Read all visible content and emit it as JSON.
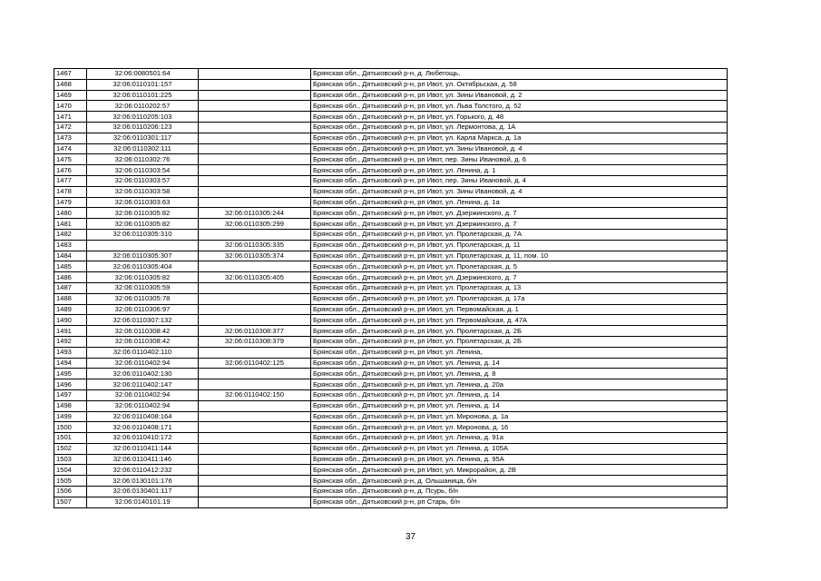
{
  "page_number": "37",
  "rows": [
    {
      "n": "1467",
      "cad": "32:06:0080501:64",
      "cad2": "",
      "addr": "Брянская обл., Дятьковский р-н, д. Любегощь,"
    },
    {
      "n": "1468",
      "cad": "32:06:0110101:157",
      "cad2": "",
      "addr": "Брянская обл., Дятьковский р-н, рп Ивот, ул. Октябрьская, д. 58"
    },
    {
      "n": "1469",
      "cad": "32:06:0110101:225",
      "cad2": "",
      "addr": "Брянская обл., Дятьковский р-н, рп Ивот, ул. Зины Ивановой, д. 2"
    },
    {
      "n": "1470",
      "cad": "32:06:0110202:57",
      "cad2": "",
      "addr": "Брянская обл., Дятьковский р-н, рп Ивот, ул. Льва Толстого, д. 52"
    },
    {
      "n": "1471",
      "cad": "32:06:0110205:103",
      "cad2": "",
      "addr": "Брянская обл., Дятьковский р-н, рп Ивот, ул. Горького, д. 48"
    },
    {
      "n": "1472",
      "cad": "32:06:0110206:123",
      "cad2": "",
      "addr": "Брянская обл., Дятьковский р-н, рп Ивот, ул. Лермонтова, д. 1А"
    },
    {
      "n": "1473",
      "cad": "32:06:0110301:117",
      "cad2": "",
      "addr": "Брянская обл., Дятьковский р-н, рп Ивот, ул. Карла Маркса, д. 1а"
    },
    {
      "n": "1474",
      "cad": "32:06:0110302:111",
      "cad2": "",
      "addr": "Брянская обл., Дятьковский р-н, рп Ивот, ул. Зины Ивановой, д. 4"
    },
    {
      "n": "1475",
      "cad": "32:06:0110302:76",
      "cad2": "",
      "addr": "Брянская обл., Дятьковский р-н, рп Ивот, пер. Зины Ивановой, д. 6"
    },
    {
      "n": "1476",
      "cad": "32:06:0110303:54",
      "cad2": "",
      "addr": "Брянская обл., Дятьковский р-н, рп Ивот, ул. Ленина, д. 1"
    },
    {
      "n": "1477",
      "cad": "32:06:0110303:57",
      "cad2": "",
      "addr": "Брянская обл., Дятьковский р-н, рп Ивот, пер. Зины Ивановой, д. 4"
    },
    {
      "n": "1478",
      "cad": "32:06:0110303:58",
      "cad2": "",
      "addr": "Брянская обл., Дятьковский р-н, рп Ивот, ул. Зины Ивановой, д. 4"
    },
    {
      "n": "1479",
      "cad": "32:06:0110303:63",
      "cad2": "",
      "addr": "Брянская обл., Дятьковский р-н, рп Ивот, ул. Ленина, д. 1а"
    },
    {
      "n": "1480",
      "cad": "32:06:0110305:82",
      "cad2": "32:06:0110305:244",
      "addr": "Брянская обл., Дятьковский р-н, рп Ивот, ул. Дзержинского, д. 7"
    },
    {
      "n": "1481",
      "cad": "32:06:0110305:82",
      "cad2": "32:06:0110305:299",
      "addr": "Брянская обл., Дятьковский р-н, рп Ивот, ул. Дзержинского, д. 7"
    },
    {
      "n": "1482",
      "cad": "32:06:0110305:310",
      "cad2": "",
      "addr": "Брянская обл., Дятьковский р-н, рп Ивот, ул. Пролетарская, д. 7А"
    },
    {
      "n": "1483",
      "cad": "",
      "cad2": "32:06:0110305:335",
      "addr": "Брянская обл., Дятьковский р-н, рп Ивот, ул. Пролетарская, д. 11"
    },
    {
      "n": "1484",
      "cad": "32:06:0110305:307",
      "cad2": "32:06:0110305:374",
      "addr": "Брянская обл., Дятьковский р-н, рп Ивот, ул. Пролетарская, д. 11, пом. 10"
    },
    {
      "n": "1485",
      "cad": "32:06:0110305:404",
      "cad2": "",
      "addr": "Брянская обл., Дятьковский р-н, рп Ивот, ул. Пролетарская, д. 5"
    },
    {
      "n": "1486",
      "cad": "32:06:0110305:82",
      "cad2": "32:06:0110305:405",
      "addr": "Брянская обл., Дятьковский р-н, рп Ивот, ул. Дзержинского, д. 7"
    },
    {
      "n": "1487",
      "cad": "32:06:0110305:59",
      "cad2": "",
      "addr": "Брянская обл., Дятьковский р-н, рп Ивот, ул. Пролетарская, д. 13"
    },
    {
      "n": "1488",
      "cad": "32:06:0110305:78",
      "cad2": "",
      "addr": "Брянская обл., Дятьковский р-н, рп Ивот, ул. Пролетарская, д. 17а"
    },
    {
      "n": "1489",
      "cad": "32:06:0110306:97",
      "cad2": "",
      "addr": "Брянская обл., Дятьковский р-н, рп Ивот, ул. Первомайская, д. 1"
    },
    {
      "n": "1490",
      "cad": "32:06:0110307:132",
      "cad2": "",
      "addr": "Брянская обл., Дятьковский р-н, рп Ивот, ул. Первомайская, д. 47А"
    },
    {
      "n": "1491",
      "cad": "32:06:0110308:42",
      "cad2": "32:06:0110308:377",
      "addr": "Брянская обл., Дятьковский р-н, рп Ивот, ул. Пролетарская, д. 2Б"
    },
    {
      "n": "1492",
      "cad": "32:06:0110308:42",
      "cad2": "32:06:0110308:379",
      "addr": "Брянская обл., Дятьковский р-н, рп Ивот, ул. Пролетарская, д. 2Б"
    },
    {
      "n": "1493",
      "cad": "32:06:0110402:110",
      "cad2": "",
      "addr": "Брянская обл., Дятьковский р-н, рп Ивот, ул. Ленина,"
    },
    {
      "n": "1494",
      "cad": "32:06:0110402:94",
      "cad2": "32:06:0110402:125",
      "addr": "Брянская обл., Дятьковский р-н, рп Ивот, ул. Ленина, д. 14"
    },
    {
      "n": "1495",
      "cad": "32:06:0110402:130",
      "cad2": "",
      "addr": "Брянская обл., Дятьковский р-н, рп Ивот, ул. Ленина, д. 8"
    },
    {
      "n": "1496",
      "cad": "32:06:0110402:147",
      "cad2": "",
      "addr": "Брянская обл., Дятьковский р-н, рп Ивот, ул. Ленина, д. 20а"
    },
    {
      "n": "1497",
      "cad": "32:06:0110402:94",
      "cad2": "32:06:0110402:150",
      "addr": "Брянская обл., Дятьковский р-н, рп Ивот, ул. Ленина, д. 14"
    },
    {
      "n": "1498",
      "cad": "32:06:0110402:94",
      "cad2": "",
      "addr": "Брянская обл., Дятьковский р-н, рп Ивот, ул. Ленина, д. 14"
    },
    {
      "n": "1499",
      "cad": "32:06:0110408:164",
      "cad2": "",
      "addr": "Брянская обл., Дятьковский р-н, рп Ивот, ул. Миронова, д. 1а"
    },
    {
      "n": "1500",
      "cad": "32:06:0110408:171",
      "cad2": "",
      "addr": "Брянская обл., Дятьковский р-н, рп Ивот, ул. Миронова, д. 16"
    },
    {
      "n": "1501",
      "cad": "32:06:0110410:172",
      "cad2": "",
      "addr": "Брянская обл., Дятьковский р-н, рп Ивот, ул. Ленина, д. 91а"
    },
    {
      "n": "1502",
      "cad": "32:06:0110411:144",
      "cad2": "",
      "addr": "Брянская обл., Дятьковский р-н, рп Ивот, ул. Ленина, д. 105А"
    },
    {
      "n": "1503",
      "cad": "32:06:0110411:146",
      "cad2": "",
      "addr": "Брянская обл., Дятьковский р-н, рп Ивот, ул. Ленина, д. 95А"
    },
    {
      "n": "1504",
      "cad": "32:06:0110412:232",
      "cad2": "",
      "addr": "Брянская обл., Дятьковский р-н, рп Ивот, ул. Микрорайон, д. 2В"
    },
    {
      "n": "1505",
      "cad": "32:06:0130101:176",
      "cad2": "",
      "addr": "Брянская обл., Дятьковский р-н, д. Ольшаница, б/н"
    },
    {
      "n": "1506",
      "cad": "32:06:0130401:117",
      "cad2": "",
      "addr": "Брянская обл., Дятьковский р-н, д. Псурь, б/н"
    },
    {
      "n": "1507",
      "cad": "32:06:0140101:19",
      "cad2": "",
      "addr": "Брянская обл., Дятьковский р-н, рп Старь, б/н"
    }
  ]
}
